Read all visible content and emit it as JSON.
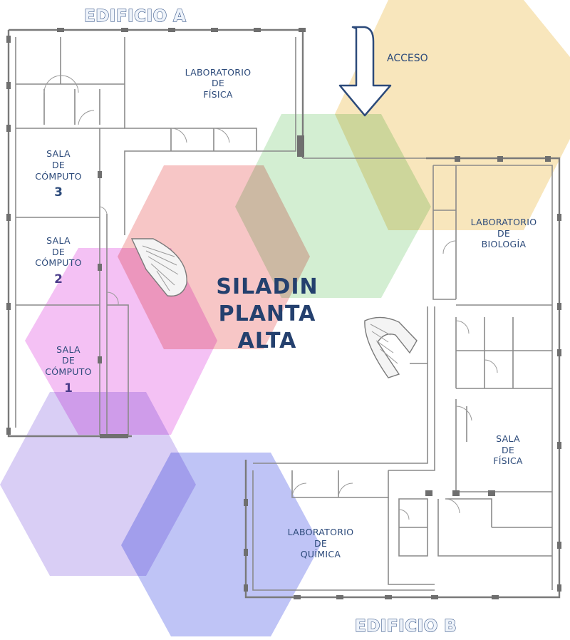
{
  "buildings": {
    "a": "EDIFICIO A",
    "b": "EDIFICIO B"
  },
  "title": {
    "line1": "SILADIN",
    "line2": "PLANTA",
    "line3": "ALTA"
  },
  "access": {
    "label": "ACCESO"
  },
  "rooms": {
    "lab_fisica": {
      "line1": "LABORATORIO",
      "line2": "DE",
      "line3": "FÍSICA"
    },
    "lab_biologia": {
      "line1": "LABORATORIO",
      "line2": "DE",
      "line3": "BIOLOGÍA"
    },
    "lab_quimica": {
      "line1": "LABORATORIO",
      "line2": "DE",
      "line3": "QUÍMICA"
    },
    "sala_fisica": {
      "line1": "SALA",
      "line2": "DE",
      "line3": "FÍSICA"
    },
    "sala_computo_3": {
      "line1": "SALA",
      "line2": "DE",
      "line3": "CÓMPUTO",
      "number": "3"
    },
    "sala_computo_2": {
      "line1": "SALA",
      "line2": "DE",
      "line3": "CÓMPUTO",
      "number": "2"
    },
    "sala_computo_1": {
      "line1": "SALA",
      "line2": "DE",
      "line3": "CÓMPUTO",
      "number": "1"
    }
  },
  "colors": {
    "hex_yellow": "#f7e2b0",
    "hex_green": "#cfeccd",
    "hex_red": "#f6c0c0",
    "hex_pink": "#f2b6f2",
    "hex_violet": "#d3c6f4",
    "hex_blue": "#b4baf5",
    "label_text": "#2c4a7a"
  },
  "icons": {
    "access": "down-arrow-icon",
    "stairs": "spiral-stair-icon"
  }
}
